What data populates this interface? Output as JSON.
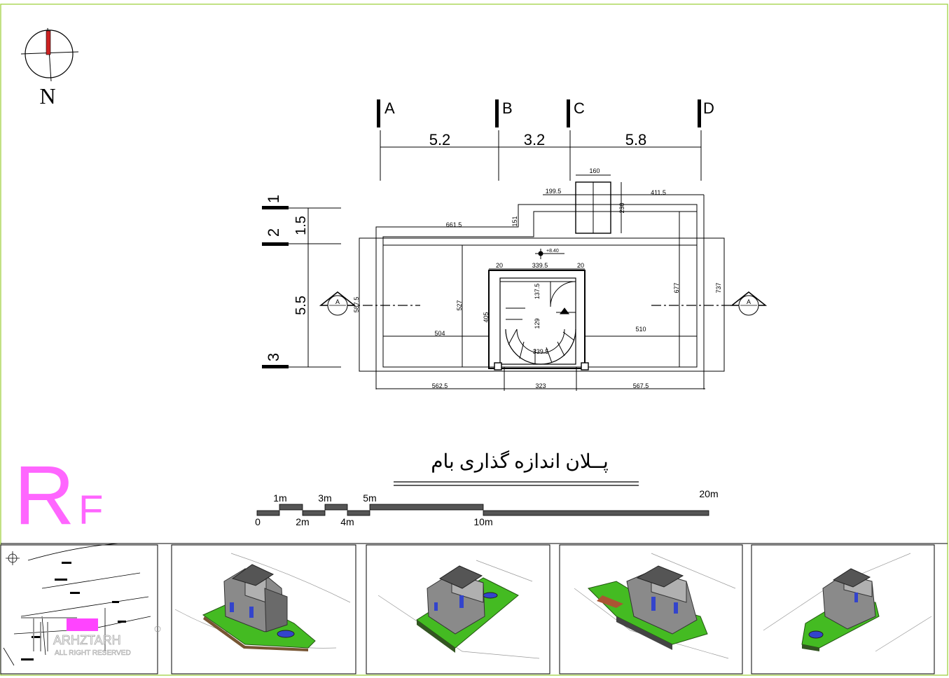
{
  "north_label": "N",
  "grid_axes": {
    "columns": [
      "A",
      "B",
      "C",
      "D"
    ],
    "column_spacings": [
      "5.2",
      "3.2",
      "5.8"
    ],
    "rows": [
      "1",
      "2",
      "3"
    ],
    "row_spacings": [
      "1.5",
      "5.5"
    ]
  },
  "dimensions": {
    "d_160": "160",
    "d_199_5": "199.5",
    "d_411_5": "411.5",
    "d_230": "230",
    "d_151": "151",
    "d_661_5": "661.5",
    "d_elev": "+8.40",
    "d_20a": "20",
    "d_339_5": "339.5",
    "d_20b": "20",
    "d_137_5": "137.5",
    "d_527": "527",
    "d_405": "405",
    "d_504": "504",
    "d_587_5": "587.5",
    "d_129": "129",
    "d_339_5b": "339.5",
    "d_510": "510",
    "d_677": "677",
    "d_737": "737",
    "d_562_5": "562.5",
    "d_323": "323",
    "d_567_5": "567.5"
  },
  "section_marker_label": "A",
  "plan_title": "پــلان اندازه گذاری بام",
  "scale_bar": {
    "top_labels": [
      "1m",
      "3m",
      "5m",
      "20m"
    ],
    "bottom_labels": [
      "0",
      "2m",
      "4m",
      "10m"
    ]
  },
  "sheet_code": {
    "big": "R",
    "small": "F"
  },
  "colors": {
    "sheet_code": "#ff66ff",
    "border": "#9acd32",
    "roof_green": "#44bb22",
    "house_gray": "#8a8a8a",
    "window_blue": "#3344cc"
  },
  "watermark": {
    "brand": "ARHZTARH",
    "rights": "ALL RIGHT RESERVED"
  }
}
